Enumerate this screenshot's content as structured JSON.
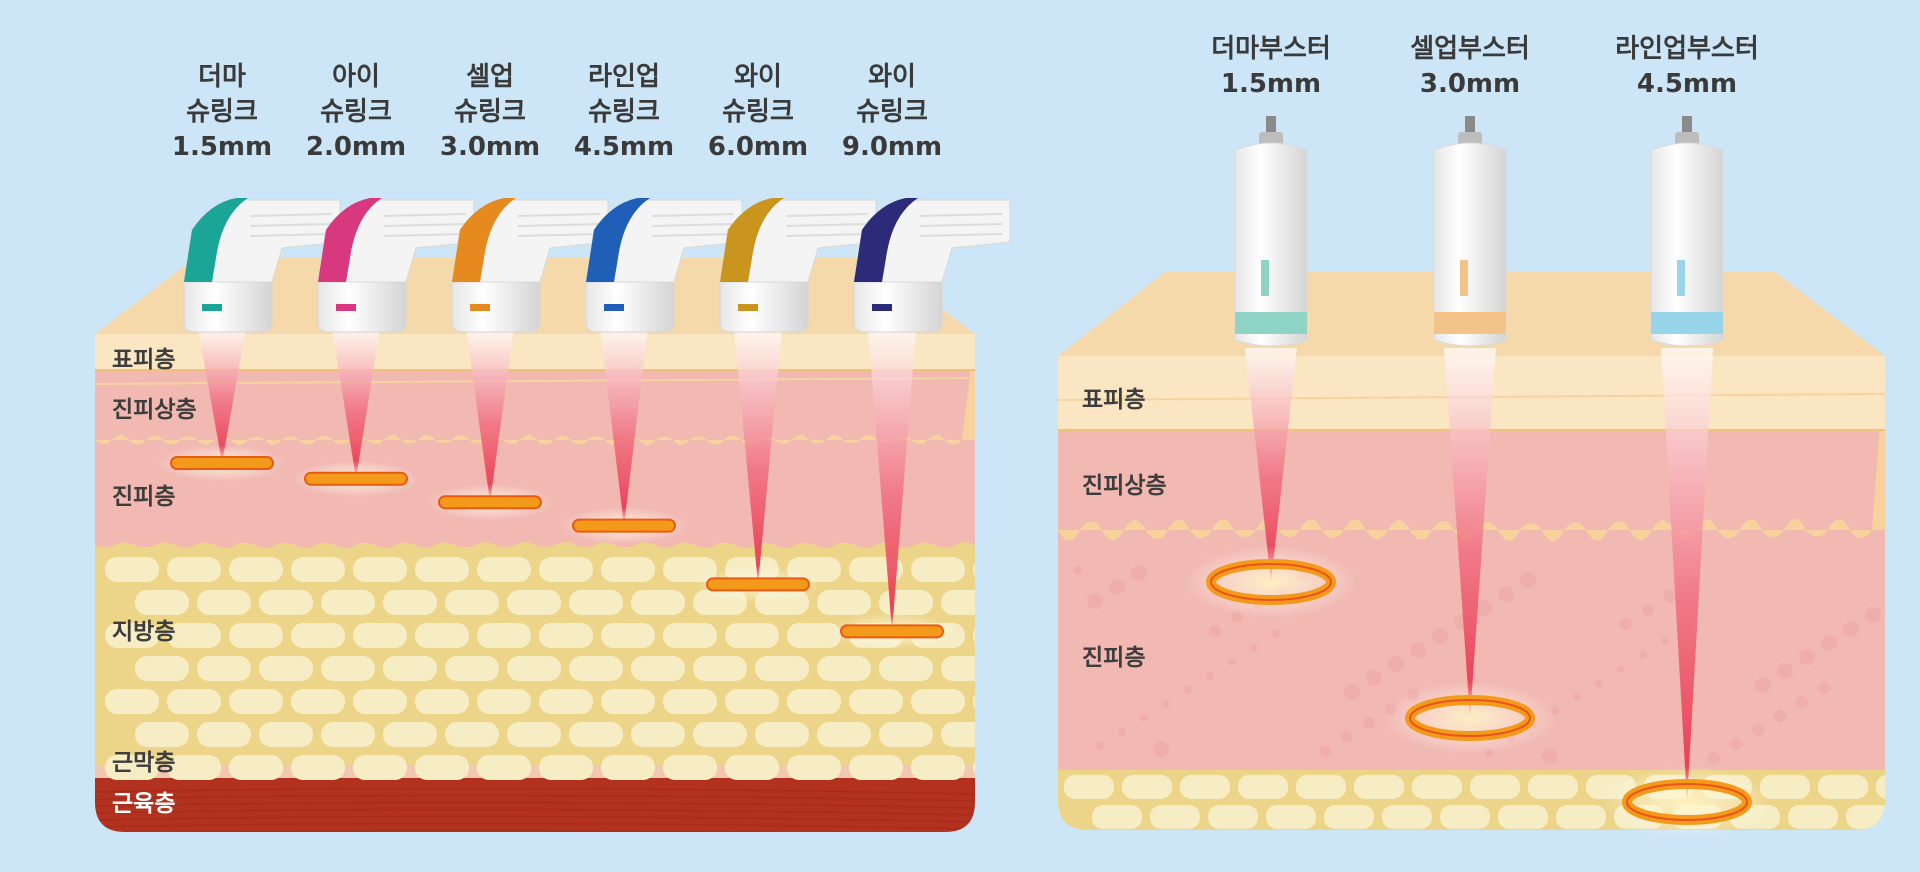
{
  "left_panel": {
    "cartridges": [
      {
        "name_line1": "더마",
        "name_line2": "슈링크",
        "depth": "1.5mm",
        "color": "#1aa596",
        "depth_fraction": 0.11
      },
      {
        "name_line1": "아이",
        "name_line2": "슈링크",
        "depth": "2.0mm",
        "color": "#d8387d",
        "depth_fraction": 0.15
      },
      {
        "name_line1": "셀업",
        "name_line2": "슈링크",
        "depth": "3.0mm",
        "color": "#e68a1f",
        "depth_fraction": 0.21
      },
      {
        "name_line1": "라인업",
        "name_line2": "슈링크",
        "depth": "4.5mm",
        "color": "#1f5fb8",
        "depth_fraction": 0.27
      },
      {
        "name_line1": "와이",
        "name_line2": "슈링크",
        "depth": "6.0mm",
        "color": "#c9951c",
        "depth_fraction": 0.42
      },
      {
        "name_line1": "와이",
        "name_line2": "슈링크",
        "depth": "9.0mm",
        "color": "#2b2b7a",
        "depth_fraction": 0.54
      }
    ],
    "layers": [
      {
        "label": "표피층",
        "color": "#fbe6c4"
      },
      {
        "label": "진피상층",
        "color": "#f7d29d"
      },
      {
        "label": "진피층",
        "color": "#f2b9b3"
      },
      {
        "label": "지방층",
        "color": "#ecd488"
      },
      {
        "label": "근막층",
        "color": "#f3c8b0"
      },
      {
        "label": "근육층",
        "color": "#b2321f"
      }
    ]
  },
  "right_panel": {
    "boosters": [
      {
        "name": "더마부스터",
        "depth": "1.5mm",
        "band_color": "#8fd3c4",
        "depth_fraction": 0.38
      },
      {
        "name": "셀업부스터",
        "depth": "3.0mm",
        "band_color": "#f2c48a",
        "depth_fraction": 0.72
      },
      {
        "name": "라인업부스터",
        "depth": "4.5mm",
        "band_color": "#98d4ea",
        "depth_fraction": 0.93
      }
    ],
    "layers": [
      {
        "label": "표피층",
        "color": "#fbe6c4"
      },
      {
        "label": "진피상층",
        "color": "#f7d29d"
      },
      {
        "label": "진피층",
        "color": "#f2b9b3"
      }
    ]
  },
  "colors": {
    "background": "#cde6f7",
    "beam": "#e8334a",
    "focal_point": "#f39a1a",
    "fat_cell": "#f6edc4"
  }
}
